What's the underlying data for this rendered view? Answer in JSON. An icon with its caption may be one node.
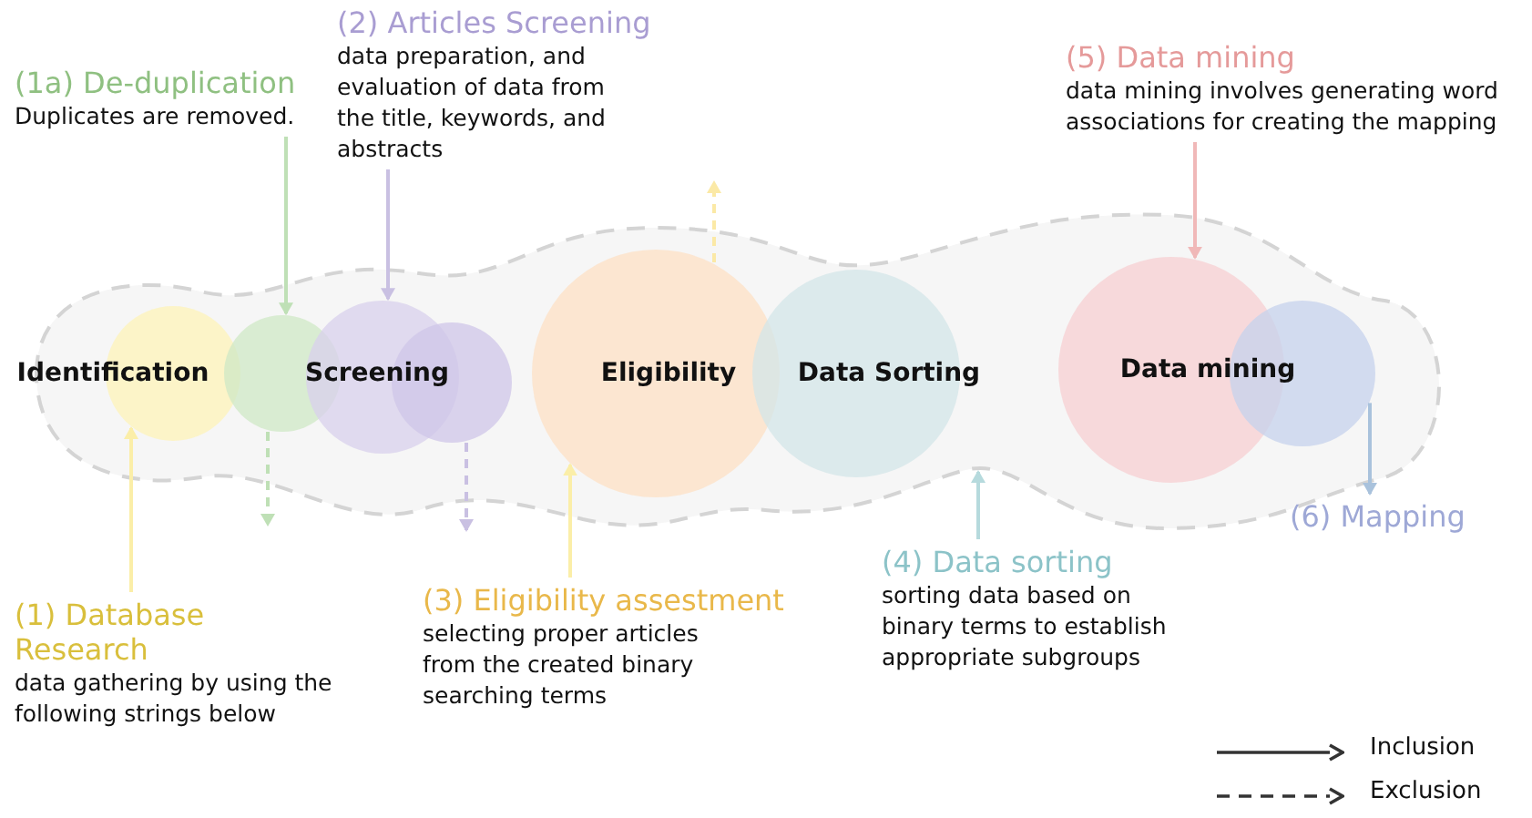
{
  "diagram": {
    "nodes": [
      {
        "text": [],
        "shape": "cloud"
      },
      {
        "text": [
          "Identification"
        ],
        "in": 0
      },
      {
        "text": [],
        "shape": "circle",
        "in": 0
      },
      {
        "text": [
          "Screening"
        ],
        "in": 0
      },
      {
        "text": [],
        "shape": "circle",
        "in": 0
      },
      {
        "text": [
          "Eligibility"
        ],
        "in": 0
      },
      {
        "text": [
          "Data Sorting"
        ],
        "in": 0
      },
      {
        "text": [
          "Data mining"
        ],
        "in": 0
      },
      {
        "text": [],
        "shape": "circle",
        "in": 0
      },
      {
        "text": [
          "(1a) De-duplication",
          "Duplicates are removed."
        ]
      },
      {
        "text": [
          "(2) Articles Screening",
          "data preparation, and evaluation of data from the title, keywords, and abstracts"
        ]
      },
      {
        "text": [
          "(5) Data mining",
          "data mining involves generating word associations for creating the mapping"
        ]
      },
      {
        "text": [
          "(6) Mapping"
        ]
      },
      {
        "text": [
          "(1) Database Research",
          "data gathering by using the following strings below"
        ]
      },
      {
        "text": [
          "(3) Eligibility assestment",
          "selecting proper articles from the created binary searching terms"
        ]
      },
      {
        "text": [
          "(4) Data sorting",
          "sorting data based on binary terms to establish appropriate subgroups"
        ]
      }
    ],
    "edges": [
      {
        "from": 9,
        "to": 2,
        "arrow": "to",
        "color": "#bfe0b6"
      },
      {
        "from": 10,
        "to": 3,
        "arrow": "to",
        "color": "#c9c0e2"
      },
      {
        "from": 5,
        "to": null,
        "arrow": "to",
        "style": "dashed",
        "color": "#fbe9a6"
      },
      {
        "from": 11,
        "to": 7,
        "arrow": "to",
        "color": "#f0b8b8"
      },
      {
        "from": 8,
        "to": 12,
        "arrow": "to",
        "color": "#a9c2dc"
      },
      {
        "from": 13,
        "to": 1,
        "arrow": "to",
        "color": "#fbeea8"
      },
      {
        "from": 2,
        "to": null,
        "arrow": "to",
        "style": "dashed",
        "color": "#bfe0b6"
      },
      {
        "from": 4,
        "to": null,
        "arrow": "to",
        "style": "dashed",
        "color": "#c9c0e2"
      },
      {
        "from": 14,
        "to": 5,
        "arrow": "to",
        "color": "#fbeea8"
      },
      {
        "from": 15,
        "to": 0,
        "arrow": "to",
        "color": "#b6dadd"
      }
    ],
    "legend": [
      {
        "text": "Inclusion"
      },
      {
        "text": "Exclusion"
      }
    ]
  }
}
